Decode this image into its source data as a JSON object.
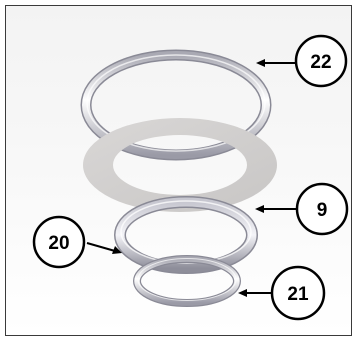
{
  "callouts": {
    "c22": {
      "label": "22",
      "part": "large-o-ring"
    },
    "c9": {
      "label": "9",
      "part": "flat-gasket-washer"
    },
    "c20": {
      "label": "20",
      "part": "medium-o-ring"
    },
    "c21": {
      "label": "21",
      "part": "small-o-ring"
    }
  },
  "colors": {
    "ring_light": "#ffffff",
    "ring_mid": "#d8d8e2",
    "ring_dark": "#8c8c98",
    "washer": "#d0cece",
    "frame": "#3a3a3a",
    "callout_border": "#000000"
  }
}
